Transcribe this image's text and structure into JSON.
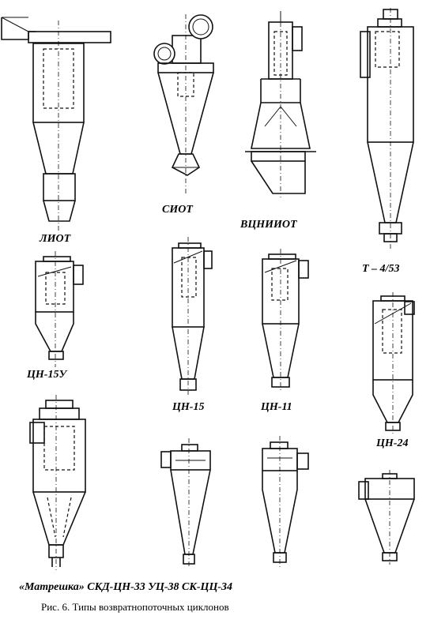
{
  "labels": {
    "liot": "ЛИОТ",
    "siot": "СИОТ",
    "vtsniiot": "ВЦНИИОТ",
    "t453": "Т – 4/53",
    "tsn15u": "ЦН-15У",
    "tsn15": "ЦН-15",
    "tsn11": "ЦН-11",
    "tsn24": "ЦН-24",
    "bottom_row": "«Матрешка» СКД-ЦН-33 УЦ-38 СК-ЦЦ-34"
  },
  "caption": "Рис. 6. Типы возвратнопоточных циклонов"
}
